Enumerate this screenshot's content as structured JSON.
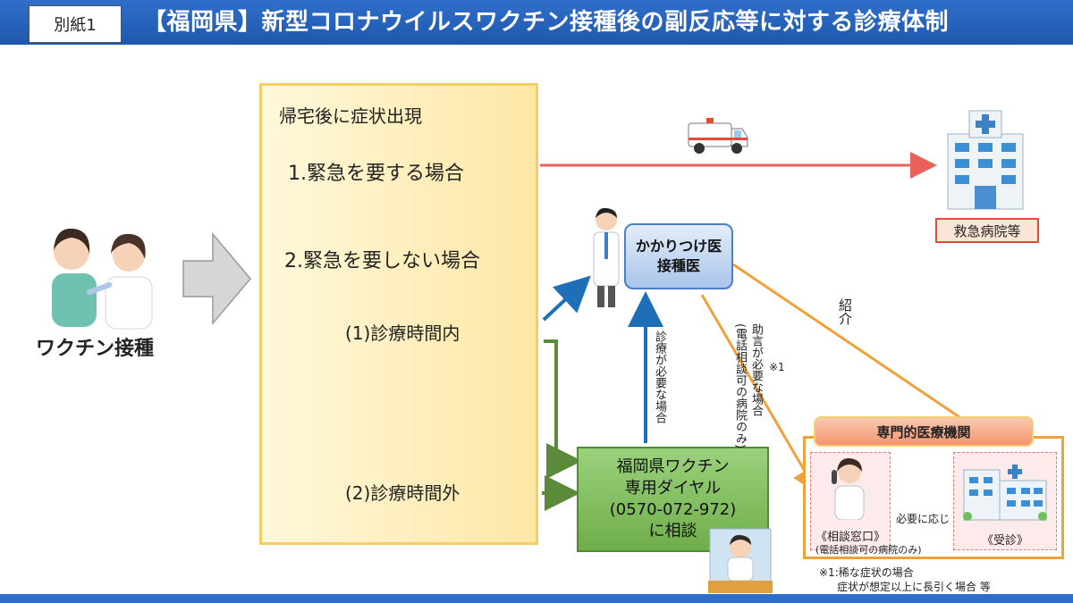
{
  "header": {
    "tag": "別紙1",
    "title": "【福岡県】新型コロナウイルスワクチン接種後の副反応等に対する診療体制"
  },
  "vaccination": {
    "label": "ワクチン接種"
  },
  "symptoms": {
    "heading": "帰宅後に症状出現",
    "case1": "1.緊急を要する場合",
    "case2": "2.緊急を要しない場合",
    "sub1": "(1)診療時間内",
    "sub2": "(2)診療時間外"
  },
  "family_doctor": {
    "line1": "かかりつけ医",
    "line2": "接種医"
  },
  "emergency_hospital": {
    "label": "救急病院等"
  },
  "dial": {
    "line1": "福岡県ワクチン",
    "line2": "専用ダイヤル",
    "line3": "(0570-072-972)",
    "line4": "に相談"
  },
  "edge_labels": {
    "exam_needed": "診療が必要な場合",
    "advice_needed": "助言が必要な場合",
    "phone_only": "(電話相談可の病院のみ)",
    "note_ref": "※1",
    "referral": "紹介",
    "as_needed": "必要に応じ"
  },
  "specialist": {
    "header": "専門的医療機関",
    "consult": "《相談窓口》",
    "consult_note": "(電話相談可の病院のみ)",
    "exam": "《受診》"
  },
  "footnote": {
    "line1": "※1:稀な症状の場合",
    "line2": "症状が想定以上に長引く場合 等"
  },
  "colors": {
    "header": "#2f6fc9",
    "emergency_arrow": "#e8615a",
    "blue_arrow": "#1f6fb8",
    "green_arrow": "#5b8b3a",
    "orange_arrow": "#f2a03a"
  }
}
